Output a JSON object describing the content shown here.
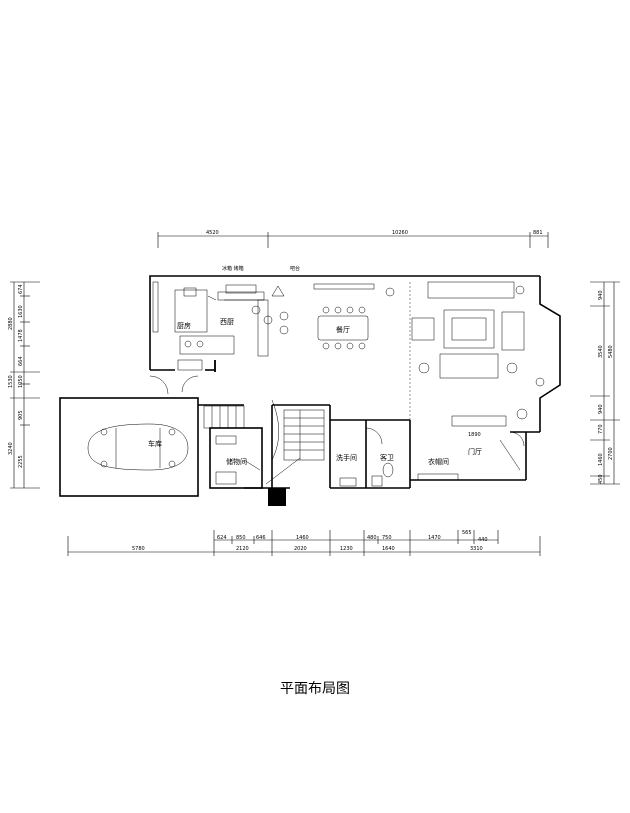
{
  "caption": "平面布局图",
  "dimensions": {
    "top": [
      "4520",
      "10260",
      "881"
    ],
    "left": [
      "2880",
      "664",
      "1478",
      "1630",
      "674",
      "1530",
      "1050",
      "905",
      "3240",
      "2255"
    ],
    "right": [
      "940",
      "3540",
      "5480",
      "940",
      "770",
      "2700",
      "1460",
      "450"
    ],
    "bottom_row1": [
      "624",
      "850",
      "646",
      "1460",
      "480",
      "750",
      "1470",
      "565",
      "440"
    ],
    "bottom_row2": [
      "5780",
      "2120",
      "2020",
      "1230",
      "1640",
      "3310"
    ],
    "living_tv": "1890"
  },
  "rooms": {
    "kitchen": "厨房",
    "dining_kitchen": "西厨",
    "dining": "餐厅",
    "garage": "车库",
    "storage": "储物间",
    "wash": "洗手间",
    "guest_wc": "客卫",
    "cloak": "衣帽间",
    "entry": "门厅"
  },
  "notes": {
    "fridge": "冰箱 烤箱",
    "cabinet": "吧台"
  }
}
